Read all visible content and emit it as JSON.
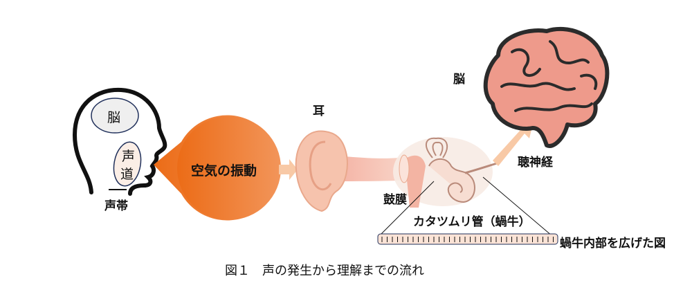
{
  "labels": {
    "head_brain": "脳",
    "vocal_tract": [
      "声",
      "道"
    ],
    "vocal_cords": "声帯",
    "air_vibration": "空気の振動",
    "ear": "耳",
    "brain": "脳",
    "auditory_nerve": "聴神経",
    "eardrum": "鼓膜",
    "cochlea": "カタツムリ管（蝸牛）",
    "cochlea_expanded": "蝸牛内部を広げた図"
  },
  "caption": "図１　声の発生から理解までの流れ",
  "colors": {
    "bubble_start": "#ec6c17",
    "bubble_end": "#f2955a",
    "arrow": "#f8c9a6",
    "brain": "#ee9a8b",
    "ear": "#f6c3ad"
  }
}
